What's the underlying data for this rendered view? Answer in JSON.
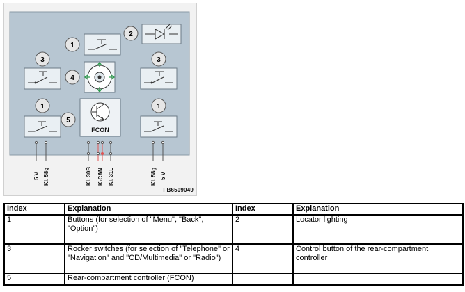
{
  "figure": {
    "figure_code": "FB6509049",
    "transistor_label": "FCON",
    "markers": [
      "1",
      "2",
      "3",
      "3",
      "4",
      "1",
      "5",
      "1"
    ],
    "pins": [
      "5 V",
      "Kl. 58g",
      "Kl. 30B",
      "K-CAN",
      "Kl. 31L",
      "Kl. 58g",
      "5 V"
    ]
  },
  "table": {
    "headers": [
      "Index",
      "Explanation",
      "Index",
      "Explanation"
    ],
    "rows": [
      [
        "1",
        "Buttons (for selection of \"Menu\", \"Back\", \"Option\")",
        "2",
        "Locator lighting"
      ],
      [
        "3",
        "Rocker switches (for selection of \"Telephone\" or \"Navigation\" and \"CD/Multimedia\" or \"Radio\")",
        "4",
        "Control button of the rear-compartment controller"
      ],
      [
        "5",
        "Rear-compartment controller (FCON)",
        "",
        ""
      ]
    ]
  }
}
